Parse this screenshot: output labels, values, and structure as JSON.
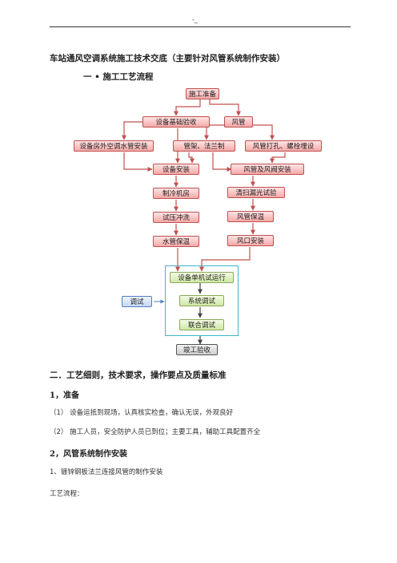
{
  "header": {
    "mark": "-_"
  },
  "title": "车站通风空调系统施工技术交底（主要针对风管系统制作安装）",
  "section1": "一 • 施工工艺流程",
  "flow": {
    "prep": "施工准备",
    "foundation": "设备基础验收",
    "duct": "风管",
    "outdoor_pipe": "设备房外空调水管安装",
    "bracket": "管架、法兰制",
    "drill": "风管打孔、螺栓埋设",
    "equip_install": "设备安装",
    "duct_valve": "风管及风阀安装",
    "chiller": "制冷机房",
    "leak_test": "清扫漏光试验",
    "pressure": "试压冲洗",
    "duct_insul": "风管保温",
    "pipe_insul": "水管保温",
    "outlet": "风口安装",
    "single_run": "设备单机试运行",
    "sys_debug": "系统调试",
    "joint_debug": "联合调试",
    "debug": "调试",
    "completion": "竣工验收"
  },
  "section2": "二．工艺细则，技术要求，操作要点及质量标准",
  "sub1": "1，准备",
  "item1": "（1）  设备运抵到现场，认真核实检查，确认无误，外观良好",
  "item2": "（2）  施工人员，安全防护人员已到位；主要工具，辅助工具配置齐全",
  "sub2": "2，风管系统制作安装",
  "para1": "1、镀锌钢板法兰连接风管的制作安装",
  "para2": "工艺流程："
}
